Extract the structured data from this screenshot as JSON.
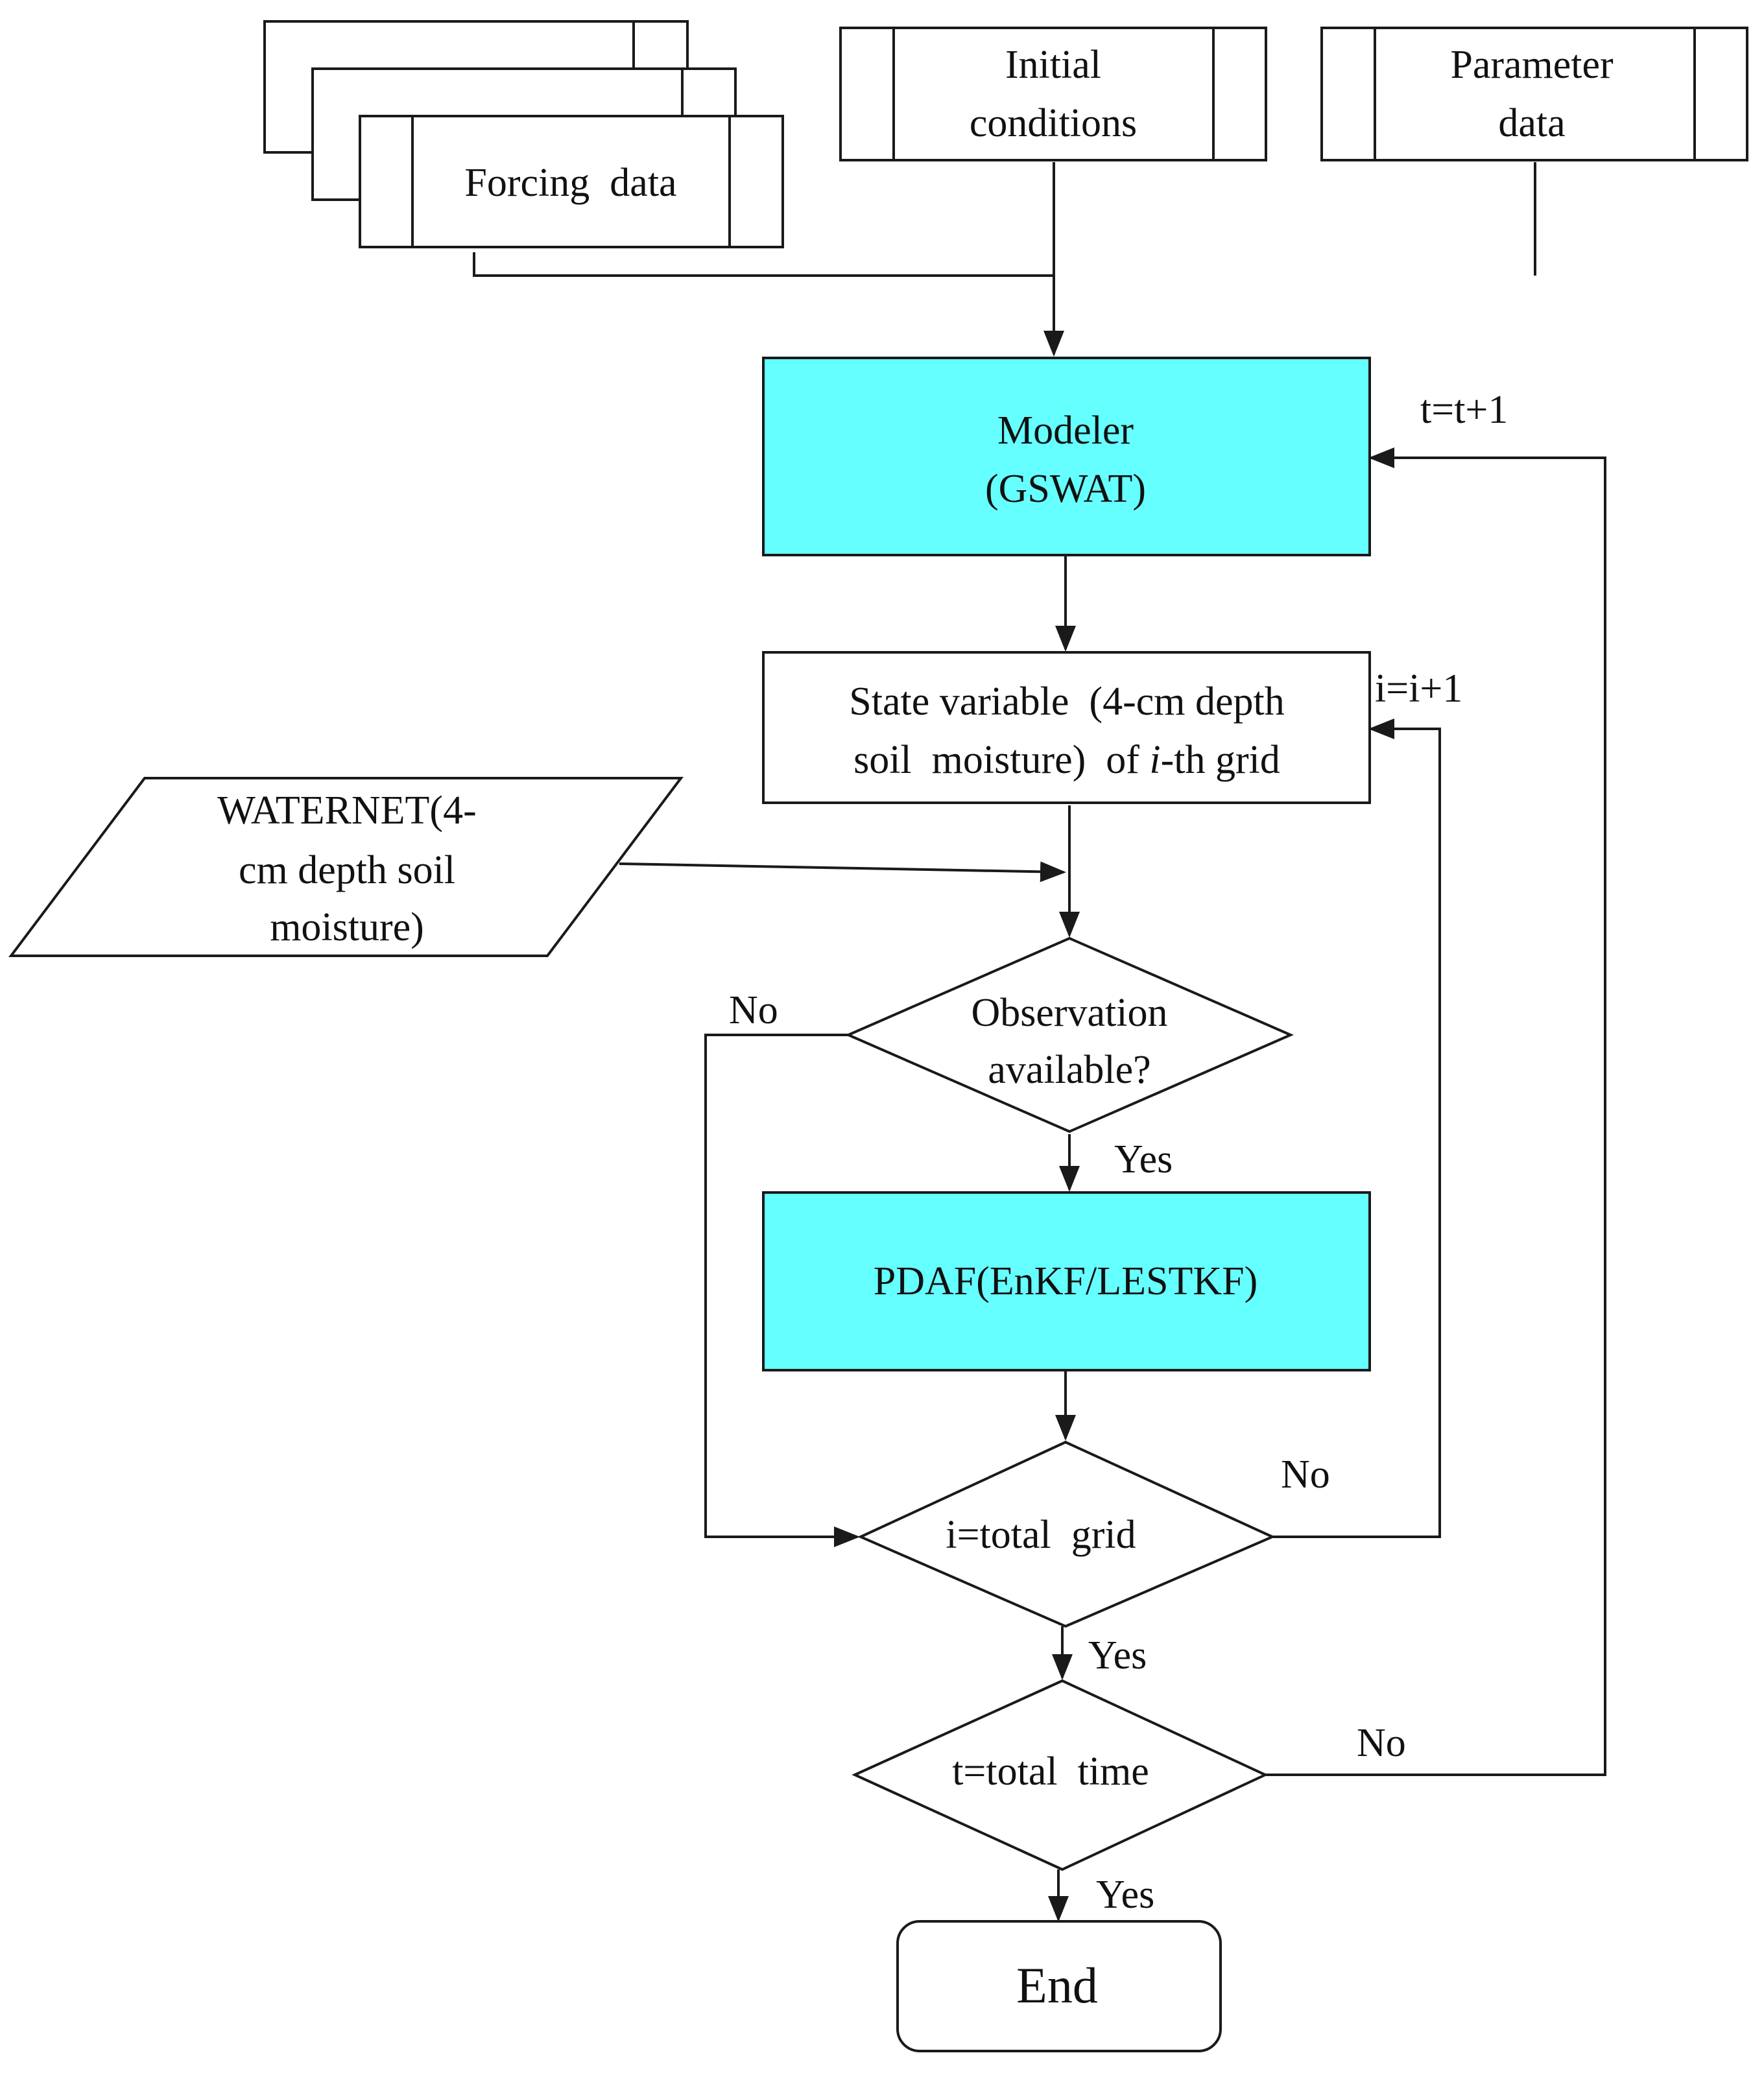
{
  "diagram": {
    "colors": {
      "process_fill": "#66FFFF",
      "stroke": "#1a1a1a",
      "background": "#ffffff"
    },
    "nodes": {
      "forcing_data": {
        "shape": "predefined-process-stack",
        "lines": [
          "Forcing  data"
        ]
      },
      "initial_conditions": {
        "shape": "predefined-process",
        "lines": [
          "Initial",
          "conditions"
        ]
      },
      "parameter_data": {
        "shape": "predefined-process",
        "lines": [
          "Parameter",
          "data"
        ]
      },
      "modeler": {
        "shape": "process",
        "lines": [
          "Modeler",
          "(GSWAT)"
        ]
      },
      "state_variable": {
        "shape": "process",
        "lines": [
          "State variable  (4-cm depth",
          "soil  moisture)  of i-th grid"
        ]
      },
      "waternet": {
        "shape": "data",
        "lines": [
          "WATERNET(4-",
          "cm depth soil",
          "moisture)"
        ]
      },
      "observation_available": {
        "shape": "decision",
        "lines": [
          "Observation",
          "available?"
        ]
      },
      "pdaf": {
        "shape": "process",
        "lines": [
          "PDAF(EnKF/LESTKF)"
        ]
      },
      "i_total_grid": {
        "shape": "decision",
        "lines": [
          "i=total  grid"
        ]
      },
      "t_total_time": {
        "shape": "decision",
        "lines": [
          "t=total  time"
        ]
      },
      "end": {
        "shape": "terminator",
        "lines": [
          "End"
        ]
      }
    },
    "edge_labels": {
      "t_increment": "t=t+1",
      "i_increment": "i=i+1",
      "obs_no": "No",
      "obs_yes": "Yes",
      "grid_no": "No",
      "grid_yes": "Yes",
      "time_no": "No",
      "time_yes": "Yes"
    }
  }
}
